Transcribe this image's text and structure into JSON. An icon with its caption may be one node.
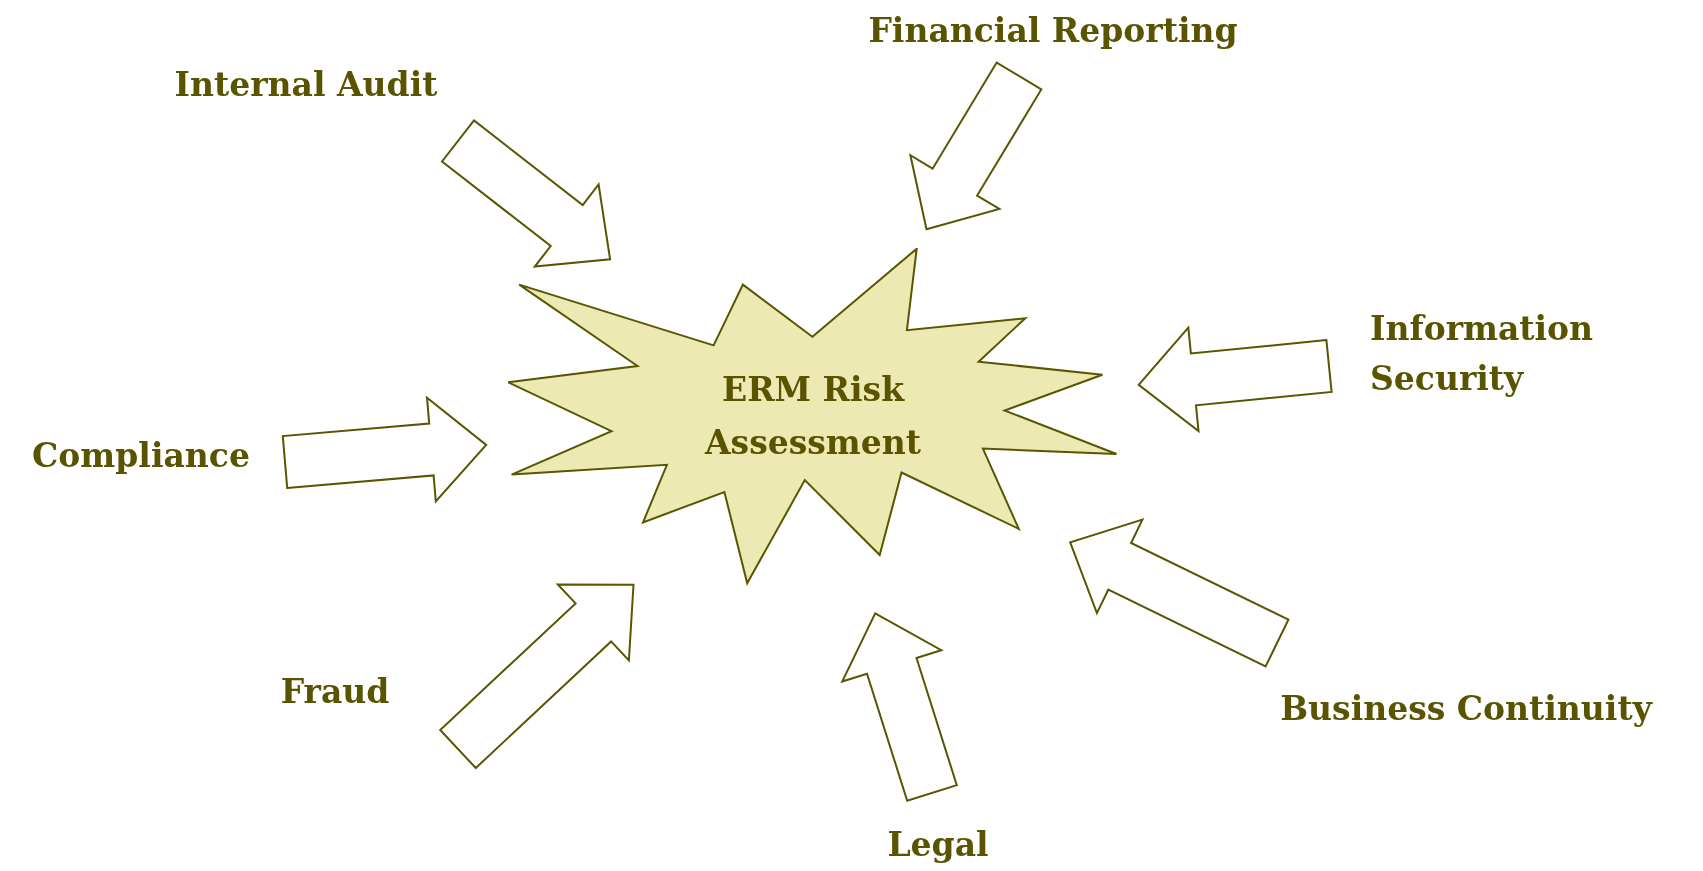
{
  "diagram": {
    "nodes": [
      {
        "text": [
          "Financial Reporting"
        ]
      },
      {
        "text": [
          "Internal Audit"
        ]
      },
      {
        "text": [
          "Information Security"
        ]
      },
      {
        "text": [
          "ERM Risk Assessment"
        ]
      },
      {
        "text": [
          "Compliance"
        ]
      },
      {
        "text": [
          "Fraud"
        ]
      },
      {
        "text": [
          "Business Continuity"
        ]
      },
      {
        "text": [
          "Legal"
        ]
      }
    ],
    "edges": [
      {
        "from": 0,
        "to": 3,
        "arrow": "to"
      },
      {
        "from": 1,
        "to": 3,
        "arrow": "to"
      },
      {
        "from": 2,
        "to": 3,
        "arrow": "to"
      },
      {
        "from": 4,
        "to": 3,
        "arrow": "to"
      },
      {
        "from": 5,
        "to": 3,
        "arrow": "to"
      },
      {
        "from": 6,
        "to": 3,
        "arrow": "to"
      },
      {
        "from": 7,
        "to": 3,
        "arrow": "to"
      }
    ]
  }
}
